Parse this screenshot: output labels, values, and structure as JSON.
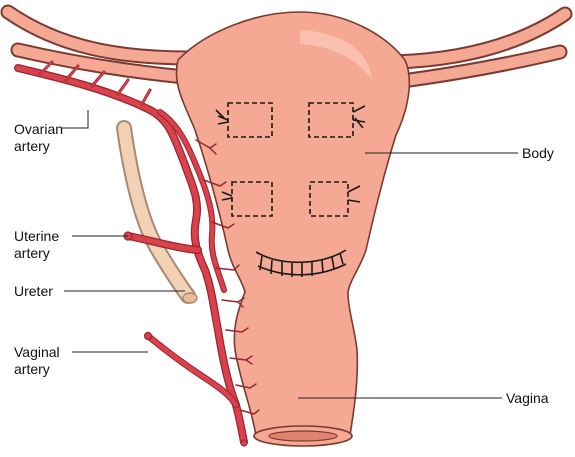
{
  "labels": {
    "ovarian": [
      "Ovarian",
      "artery"
    ],
    "uterine": [
      "Uterine",
      "artery"
    ],
    "ureter": "Ureter",
    "vaginal": [
      "Vaginal",
      "artery"
    ],
    "body": "Body",
    "vagina": "Vagina"
  },
  "colors": {
    "uterus_fill": "#f5a994",
    "uterus_outline": "#7a3a30",
    "artery": "#d9414b",
    "artery_edge": "#9a2530",
    "ureter_fill": "#f2d2b6",
    "ureter_edge": "#a98a70",
    "suture": "#1a1a1a",
    "leader": "#222222"
  }
}
